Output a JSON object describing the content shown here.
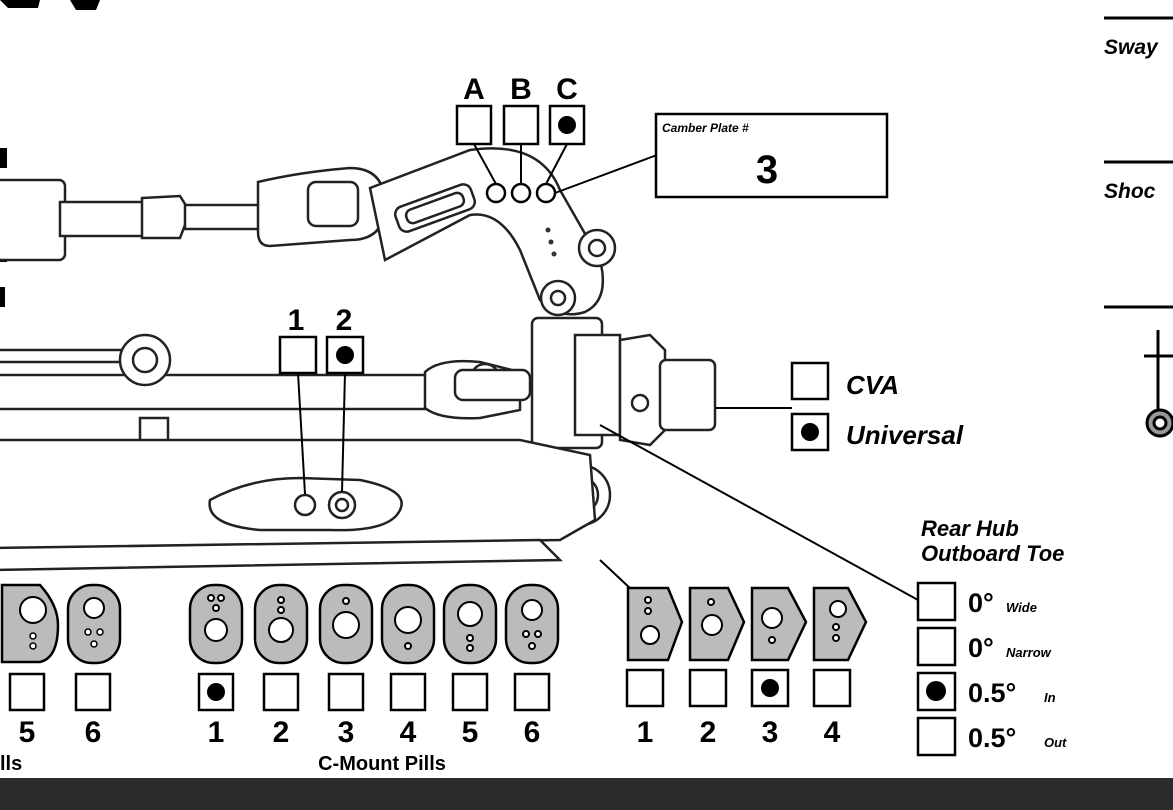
{
  "camber_links": {
    "labels": [
      "A",
      "B",
      "C"
    ],
    "selected": "C"
  },
  "camber_plate": {
    "title": "Camber Plate #",
    "value": "3"
  },
  "inner_mount": {
    "labels": [
      "1",
      "2"
    ],
    "selected": "2"
  },
  "driveshaft": {
    "options": [
      "CVA",
      "Universal"
    ],
    "selected": "Universal"
  },
  "rear_hub": {
    "title_line1": "Rear Hub",
    "title_line2": "Outboard Toe",
    "options": [
      {
        "big": "0°",
        "small": "Wide"
      },
      {
        "big": "0°",
        "small": "Narrow"
      },
      {
        "big": "0.5°",
        "small": "In"
      },
      {
        "big": "0.5°",
        "small": "Out"
      }
    ],
    "selected_index": 2
  },
  "left_pills": {
    "numbers": [
      "5",
      "6"
    ],
    "label_fragment": "lls"
  },
  "c_mount_pills": {
    "numbers": [
      "1",
      "2",
      "3",
      "4",
      "5",
      "6"
    ],
    "selected": "1",
    "label": "C-Mount Pills"
  },
  "hub_pills": {
    "numbers": [
      "1",
      "2",
      "3",
      "4"
    ],
    "selected": "3"
  },
  "right_panel": {
    "sway": "Sway",
    "shock": "Shoc"
  }
}
